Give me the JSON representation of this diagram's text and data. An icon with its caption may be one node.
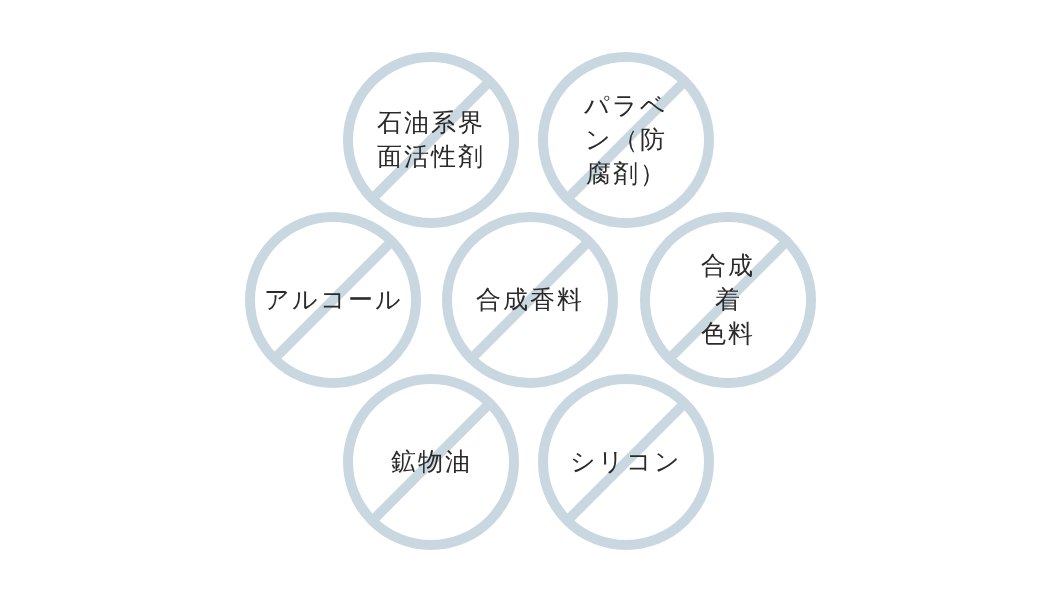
{
  "diagram": {
    "nodes": [
      {
        "text": [
          "石油系界面活性剤"
        ]
      },
      {
        "text": [
          "パラベン（防腐剤）"
        ]
      },
      {
        "text": [
          "アルコール"
        ]
      },
      {
        "text": [
          "合成香料"
        ]
      },
      {
        "text": [
          "合成着色料"
        ]
      },
      {
        "text": [
          "鉱物油"
        ]
      },
      {
        "text": [
          "シリコン"
        ]
      }
    ],
    "edges": []
  }
}
